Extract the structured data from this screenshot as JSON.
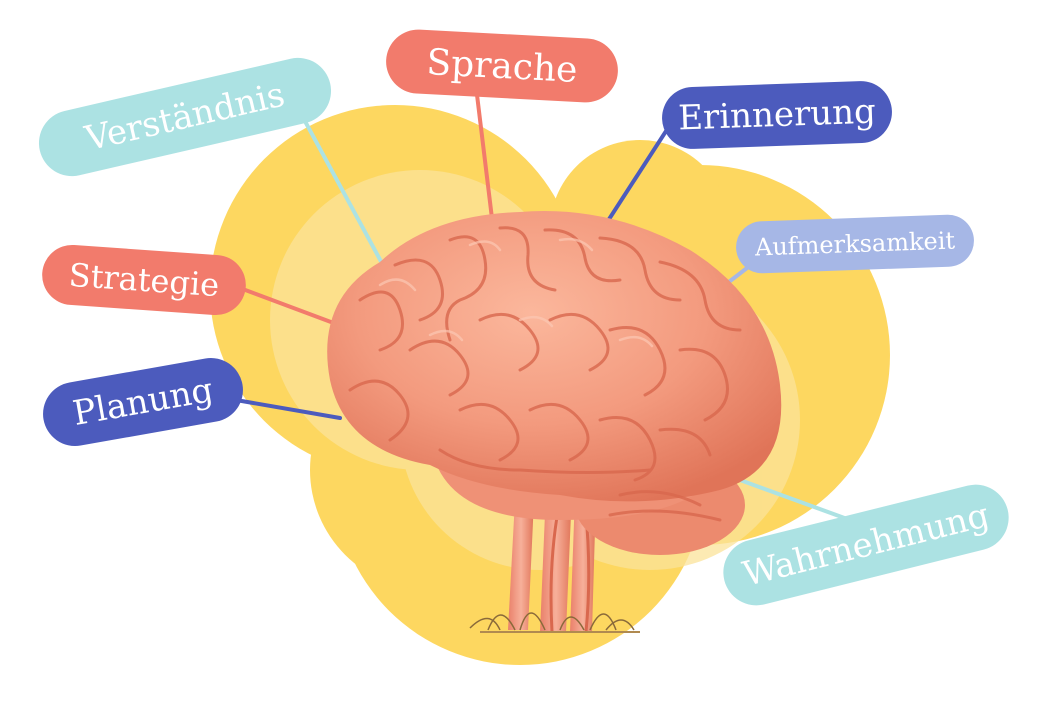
{
  "labels": {
    "verstaendnis": "Verständnis",
    "sprache": "Sprache",
    "erinnerung": "Erinnerung",
    "aufmerksamkeit": "Aufmerksamkeit",
    "strategie": "Strategie",
    "planung": "Planung",
    "wahrnehmung": "Wahrnehmung"
  },
  "colors": {
    "teal": "#ace2e3",
    "coral": "#f27b6c",
    "navy": "#4c5bbd",
    "periwinkle": "#a6b7e6",
    "blob": "#fdd760",
    "blob_inner": "#fbe39a",
    "brain": "#f39a7e",
    "brain_dark": "#e2775d"
  }
}
